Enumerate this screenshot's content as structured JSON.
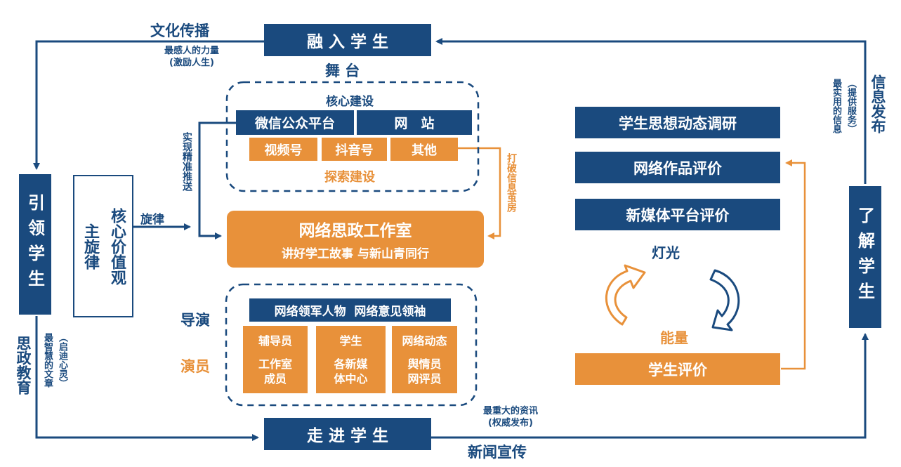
{
  "colors": {
    "navy": "#1a4a7e",
    "orange": "#e8913a"
  },
  "top": {
    "title": "融 入 学 生",
    "left_label": "文化传播",
    "left_note_1": "最感人的力量",
    "left_note_2": "(激励人生)",
    "stage": "舞 台"
  },
  "bottom": {
    "title": "走 进 学 生",
    "right_label": "新闻宣传",
    "right_note_1": "最重大的资讯",
    "right_note_2": "(权威发布)"
  },
  "left": {
    "title": "引领学生",
    "label": "思政教育",
    "note_a": "（启迪心灵）",
    "note_b": "最智慧的文章"
  },
  "right": {
    "title": "了解学生",
    "label": "信息发布",
    "note_a": "（提供服务）",
    "note_b": "最实用的信息"
  },
  "theme_box": {
    "col1": "主旋律",
    "col2": "核心价值观"
  },
  "arrow_label": "旋律",
  "precise_push": "实现精准推送",
  "break_cocoon": "打破信息茧房",
  "core": {
    "title": "核心建设",
    "wechat": "微信公众平台",
    "website": "网　站",
    "video": "视频号",
    "douyin": "抖音号",
    "other": "其他",
    "explore": "探索建设"
  },
  "studio": {
    "title": "网络思政工作室",
    "subtitle": "讲好学工故事 与新山青同行"
  },
  "people": {
    "director_label": "导演",
    "actor_label": "演员",
    "header": "网络领军人物  网络意见领袖",
    "col1_head": "辅导员",
    "col1_body_1": "工作室",
    "col1_body_2": "成员",
    "col2_head": "学生",
    "col2_body_1": "各新媒",
    "col2_body_2": "体中心",
    "col3_head": "网络动态",
    "col3_body_1": "舆情员",
    "col3_body_2": "网评员"
  },
  "evaluation": {
    "item1": "学生思想动态调研",
    "item2": "网络作品评价",
    "item3": "新媒体平台评价",
    "light": "灯光",
    "energy": "能量",
    "student_eval": "学生评价"
  }
}
